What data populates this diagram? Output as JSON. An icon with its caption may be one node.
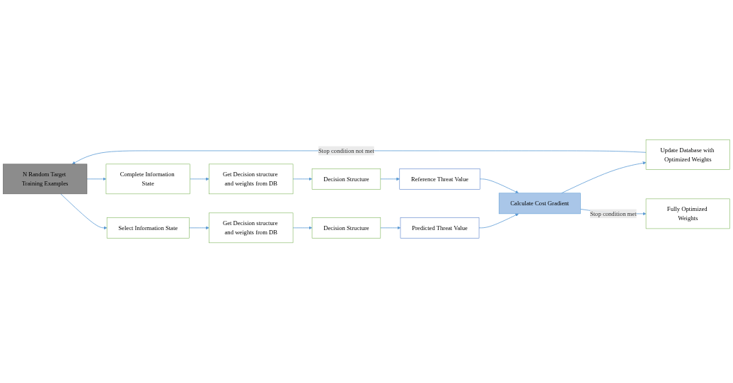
{
  "diagram": {
    "nodes": [
      {
        "text": [
          "N Random Target Training Examples"
        ]
      },
      {
        "text": [
          "Select Information State"
        ]
      },
      {
        "text": [
          "Get Decision structure and weights from DB"
        ]
      },
      {
        "text": [
          "Decision Structure"
        ]
      },
      {
        "text": [
          "Predicted Threat Value"
        ]
      },
      {
        "text": [
          "Calculate Cost Gradient"
        ]
      },
      {
        "text": [
          "Update Database with Optimized Weights"
        ]
      },
      {
        "text": [
          "Complete Information State"
        ]
      },
      {
        "text": [
          "Get Decision structure and weights from DB"
        ]
      },
      {
        "text": [
          "Decision Structure"
        ]
      },
      {
        "text": [
          "Reference Threat Value"
        ]
      },
      {
        "text": [
          "Fully Optimized Weights"
        ]
      }
    ],
    "edges": [
      {
        "from": 0,
        "to": 1,
        "arrow": "to"
      },
      {
        "from": 1,
        "to": 2,
        "arrow": "to"
      },
      {
        "from": 2,
        "to": 3,
        "arrow": "to"
      },
      {
        "from": 3,
        "to": 4,
        "arrow": "to"
      },
      {
        "from": 4,
        "to": 5,
        "arrow": "to"
      },
      {
        "from": 5,
        "to": 6,
        "arrow": "to"
      },
      {
        "from": 6,
        "to": 0,
        "arrow": "to",
        "label": "Stop condition not met"
      },
      {
        "from": 0,
        "to": 7,
        "arrow": "to"
      },
      {
        "from": 7,
        "to": 8,
        "arrow": "to"
      },
      {
        "from": 8,
        "to": 9,
        "arrow": "to"
      },
      {
        "from": 9,
        "to": 10,
        "arrow": "to"
      },
      {
        "from": 10,
        "to": 5,
        "arrow": "to"
      },
      {
        "from": 5,
        "to": 11,
        "arrow": "to",
        "label": "Stop condition met"
      }
    ]
  }
}
